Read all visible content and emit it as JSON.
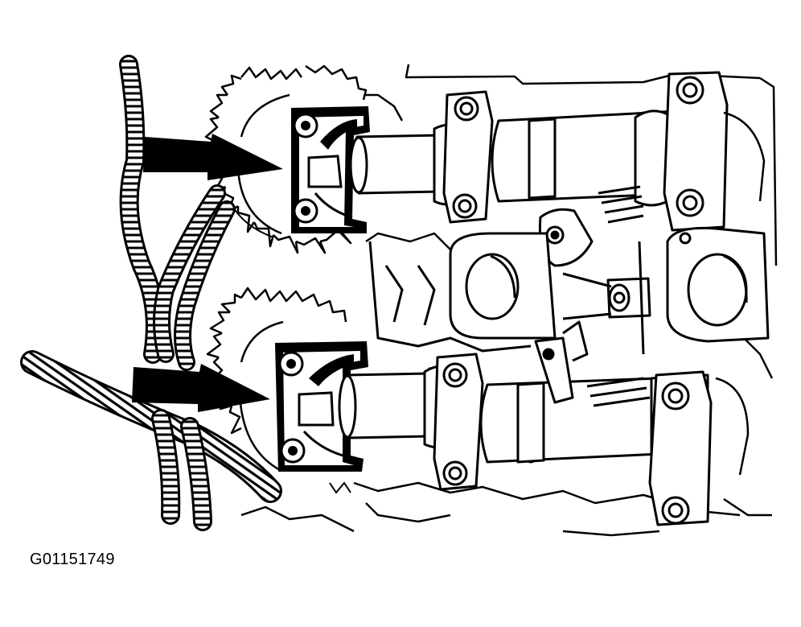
{
  "figure": {
    "id_label": "G01151749"
  },
  "colors": {
    "ink": "#000000",
    "paper": "#ffffff"
  },
  "callouts": [
    {
      "target": "upper-camshaft-sprocket-bracket"
    },
    {
      "target": "lower-camshaft-sprocket-bracket"
    }
  ]
}
